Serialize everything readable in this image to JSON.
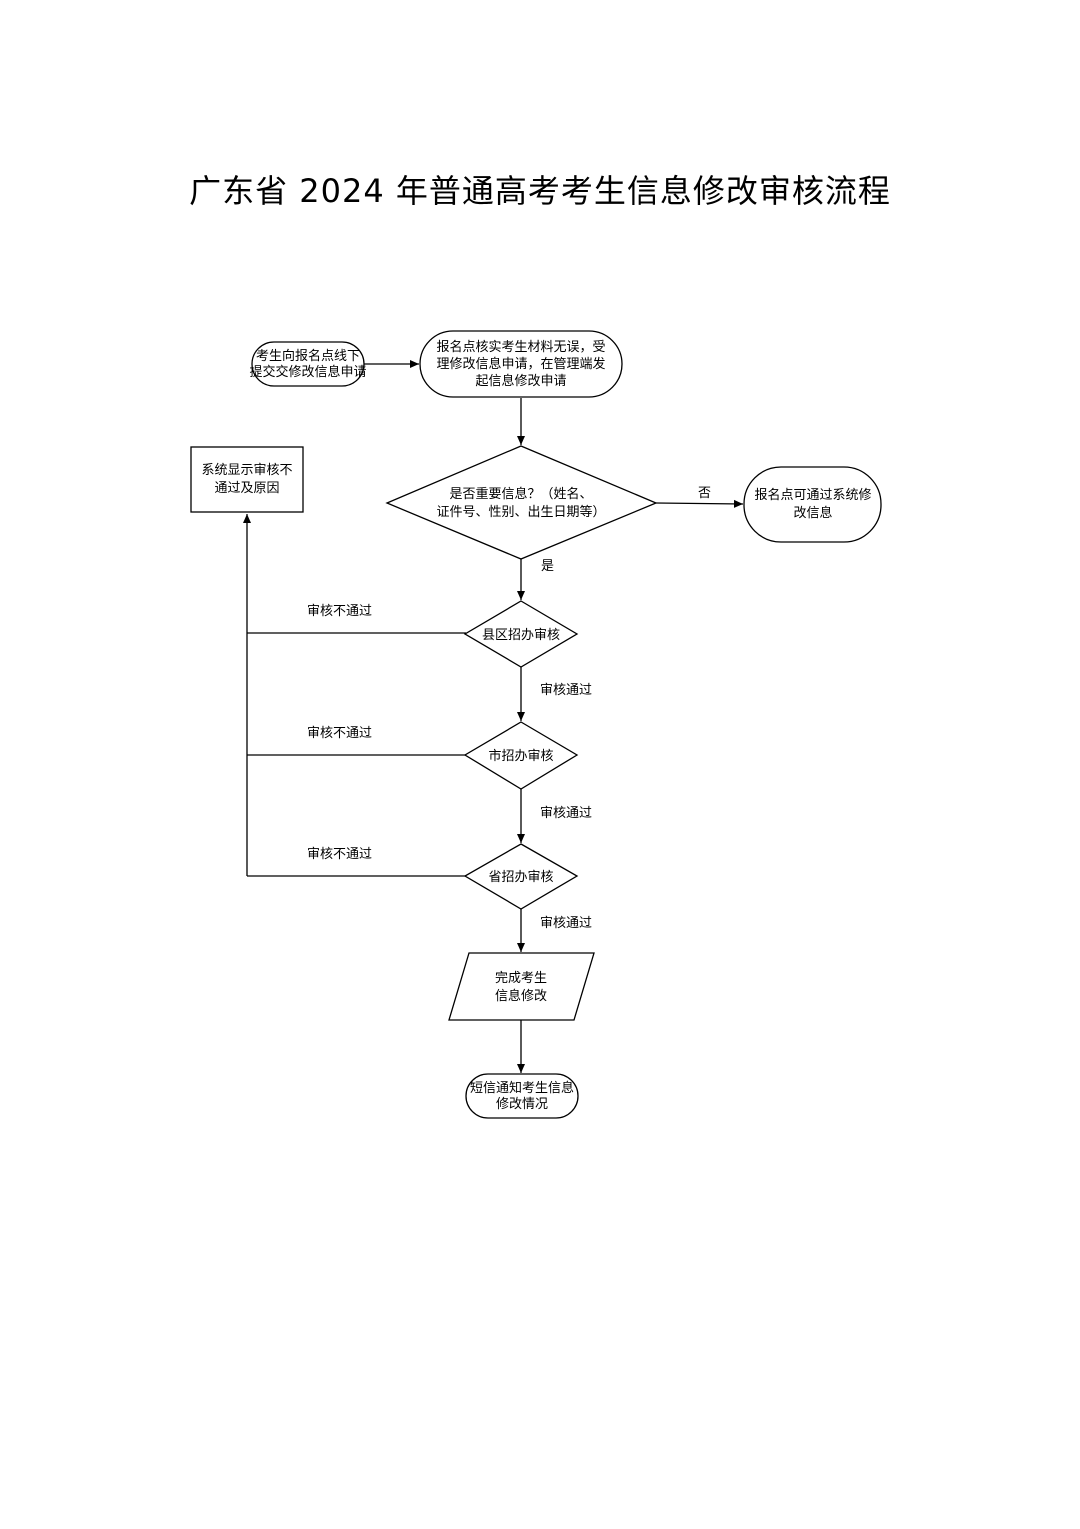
{
  "title": "广东省 2024 年普通高考考生信息修改审核流程",
  "nodes": {
    "submit": [
      "考生向报名点线下",
      "提交交修改信息申请"
    ],
    "verify": [
      "报名点核实考生材料无误，受",
      "理修改信息申请，在管理端发",
      "起信息修改申请"
    ],
    "decision": [
      "是否重要信息？（姓名、",
      "证件号、性别、出生日期等）"
    ],
    "modify_direct": [
      "报名点可通过系统修",
      "改信息"
    ],
    "reject_show": [
      "系统显示审核不",
      "通过及原因"
    ],
    "county_review": [
      "县区招办审核"
    ],
    "city_review": [
      "市招办审核"
    ],
    "province_review": [
      "省招办审核"
    ],
    "complete": [
      "完成考生",
      "信息修改"
    ],
    "sms_notify": [
      "短信通知考生信息",
      "修改情况"
    ]
  },
  "edge_labels": {
    "no": "否",
    "yes": "是",
    "reject_county": "审核不通过",
    "reject_city": "审核不通过",
    "reject_province": "审核不通过",
    "pass_county": "审核通过",
    "pass_city": "审核通过",
    "pass_province": "审核通过"
  }
}
